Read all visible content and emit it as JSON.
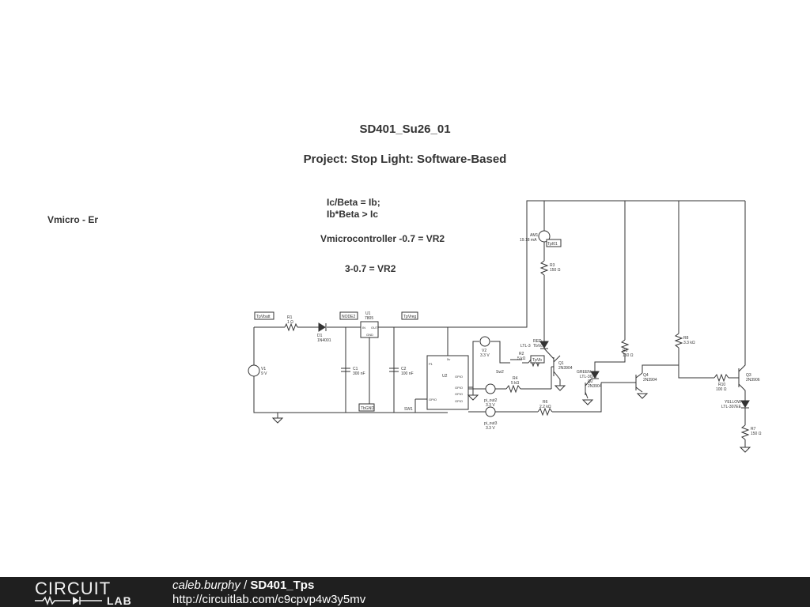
{
  "header": {
    "title": "SD401_Su26_01",
    "subtitle": "Project: Stop Light: Software-Based"
  },
  "notes": {
    "left": "Vmicro - Er",
    "eq1": "Ic/Beta = Ib;",
    "eq2": "Ib*Beta > Ic",
    "eq3": "Vmicrocontroller -0.7 = VR2",
    "eq4": "3-0.7 = VR2"
  },
  "schematic": {
    "probe_tpvbatt": "TpVbatt",
    "probe_node2": "NODE2",
    "probe_tpvreg": "TpVreg",
    "probe_tbgnd": "TbGND",
    "probe_tpi01": "TpI01",
    "probe_tpvb": "TpVb",
    "probe_tpvc": "TbVc",
    "r1_name": "R1",
    "r1_val": "1 Ω",
    "d1_name": "D1",
    "d1_val": "1N4001",
    "u1_name": "U1",
    "u1_val": "7805",
    "u1_in": "IN",
    "u1_out": "OUT",
    "u1_gnd": "GND",
    "c1_name": "C1",
    "c1_val": "300 nF",
    "c2_name": "C2",
    "c2_val": "100 nF",
    "v1_name": "V1",
    "v1_val": "9 V",
    "sw1_name": "SW1",
    "u2_name": "U2",
    "u2_5v": "5v",
    "u2_p1": "P1",
    "u2_gpio": "GPIO",
    "u2_gpo1": "GPIO",
    "u2_gpo2": "GPIO",
    "u2_gpo3": "GPIO",
    "u2_gpo4": "GPIO",
    "v2_name": "V2",
    "v2_val": "3.3 V",
    "sw2_name": "Sw2",
    "r2_name": "R2",
    "r2_val": "5 kΩ",
    "r4_name": "R4",
    "r4_val": "5 kΩ",
    "r6_name": "R6",
    "r6_val": "2.2 kΩ",
    "piout2_name": "pi_out2",
    "piout2_val": "3.3 V",
    "piout3_name": "pi_out3",
    "piout3_val": "3.3 V",
    "am1_name": "AM1",
    "am1_val": "19.18 mA",
    "r3_name": "R3",
    "r3_val": "150 Ω",
    "red_name": "RED",
    "red_val": "LTL-3",
    "q1_name": "Q1",
    "q1_val": "2N3904",
    "green_name": "GREEN",
    "green_val": "LTL-307E",
    "q2_name": "Q2",
    "q2_val": "2N3904",
    "r5_name": "R5",
    "r5_val": "150 Ω",
    "q4_name": "Q4",
    "q4_val": "2N3904",
    "r8_name": "R8",
    "r8_val": "3.3 kΩ",
    "r10_name": "R10",
    "r10_val": "100 Ω",
    "q3_name": "Q3",
    "q3_val": "2N3906",
    "yellow_name": "YELLOW",
    "yellow_val": "LTL-307EE",
    "r7_name": "R7",
    "r7_val": "150 Ω"
  },
  "footer": {
    "logo_top": "CIRCUIT",
    "logo_bottom": "LAB",
    "user": "caleb.burphy",
    "separator": " / ",
    "project": "SD401_Tps",
    "url": "http://circuitlab.com/c9cpvp4w3y5mv"
  }
}
